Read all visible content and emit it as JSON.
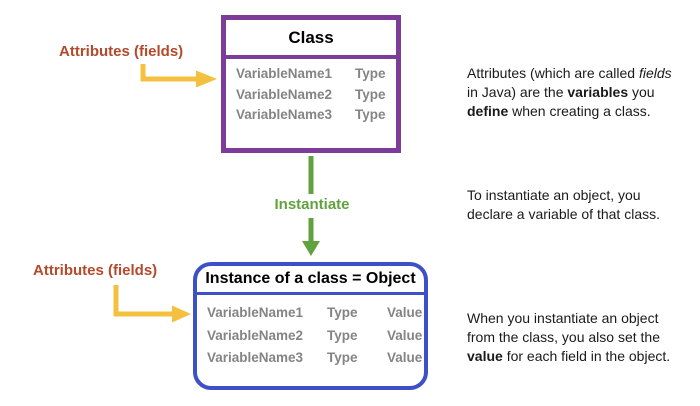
{
  "colors": {
    "purple": "#7D3C98",
    "blue": "#3D50C8",
    "green": "#61A23F",
    "yellow": "#F3C13F",
    "rust": "#B5492B",
    "gray": "#848484",
    "text": "#1A1A1A",
    "background": "#FFFFFF"
  },
  "labels": {
    "attributes_top": "Attributes (fields)",
    "attributes_bottom": "Attributes (fields)",
    "instantiate": "Instantiate"
  },
  "class_box": {
    "title": "Class",
    "rows": [
      {
        "name": "VariableName1",
        "type": "Type"
      },
      {
        "name": "VariableName2",
        "type": "Type"
      },
      {
        "name": "VariableName3",
        "type": "Type"
      }
    ]
  },
  "object_box": {
    "title": "Instance of a class = Object",
    "rows": [
      {
        "name": "VariableName1",
        "type": "Type",
        "value": "Value"
      },
      {
        "name": "VariableName2",
        "type": "Type",
        "value": "Value"
      },
      {
        "name": "VariableName3",
        "type": "Type",
        "value": "Value"
      }
    ]
  },
  "notes": {
    "attributes": {
      "l1a": "Attributes (which are called ",
      "l1b": "fields",
      "l2a": "in Java) are the ",
      "l2b": "variables",
      "l2c": " you",
      "l3a": "define",
      "l3b": " when creating a class."
    },
    "instantiate": {
      "l1": "To instantiate an object, you",
      "l2": "declare a variable of that class."
    },
    "value": {
      "l1": "When you instantiate an object",
      "l2": "from the class, you also set the",
      "l3a": "value",
      "l3b": " for each field in the object."
    }
  }
}
